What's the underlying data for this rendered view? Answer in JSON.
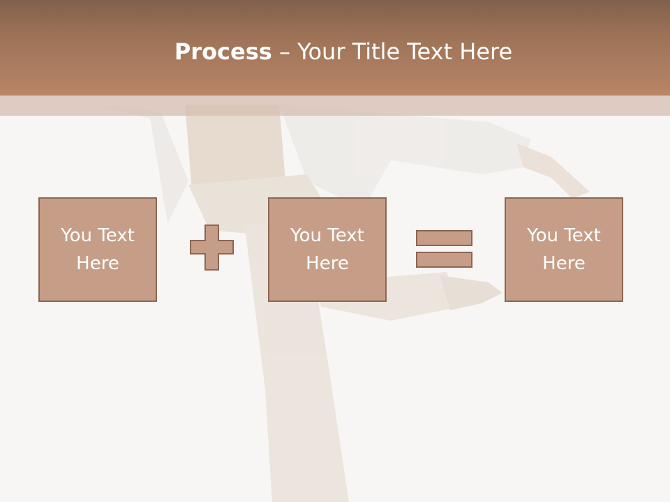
{
  "slide": {
    "title_bold": "Process",
    "title_dash": " – ",
    "title_rest": "Your Title Text Here"
  },
  "process": {
    "boxes": [
      {
        "text": "You Text\nHere"
      },
      {
        "text": "You Text\nHere"
      },
      {
        "text": "You Text\nHere"
      }
    ],
    "operators": [
      "plus",
      "equals"
    ]
  },
  "colors": {
    "header": "#a87a5e",
    "box_fill": "#c69e88",
    "box_border": "#8d6552",
    "background": "#f8f6f5"
  }
}
